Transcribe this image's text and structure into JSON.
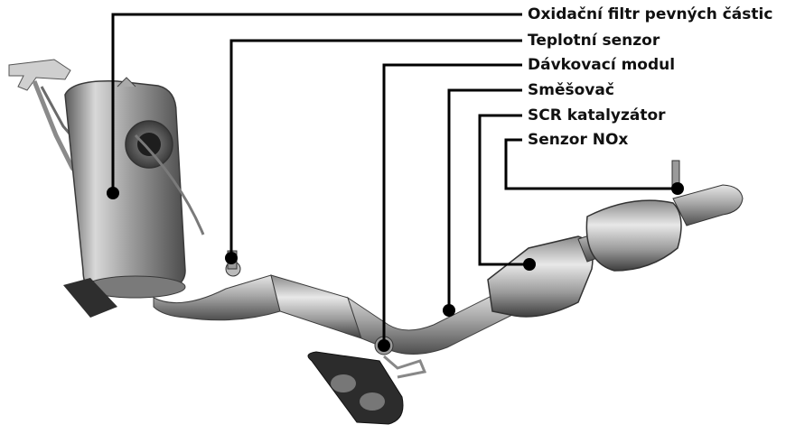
{
  "labels": {
    "dpf": "Oxidační filtr pevných částic",
    "temp_sensor": "Teplotní senzor",
    "dosing_module": "Dávkovací modul",
    "mixer": "Směšovač",
    "scr": "SCR katalyzátor",
    "nox_sensor": "Senzor NOx"
  },
  "colors": {
    "leader": "#000000",
    "metal_light": "#d9d9d9",
    "metal_mid": "#9a9a9a",
    "metal_dark": "#4a4a4a"
  }
}
